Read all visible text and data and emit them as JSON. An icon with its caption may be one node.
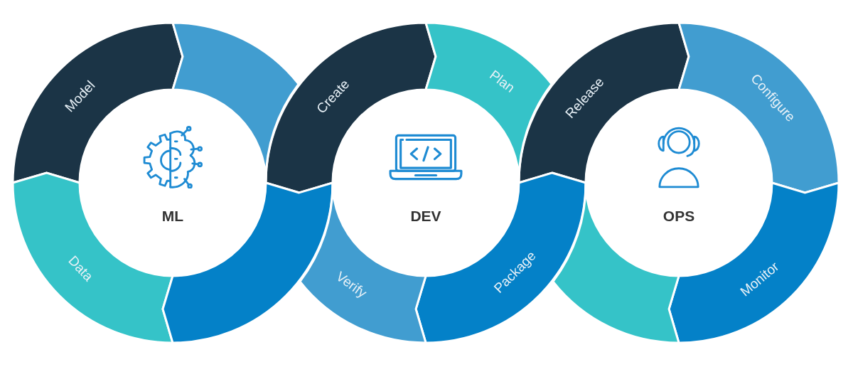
{
  "diagram": {
    "nodes": [
      {
        "text": [
          "Model"
        ]
      },
      {
        "text": [],
        "shape": "arc"
      },
      {
        "text": [
          "ML"
        ]
      },
      {
        "text": [
          "Data"
        ]
      },
      {
        "text": [],
        "shape": "arc"
      },
      {
        "text": [
          "Create"
        ]
      },
      {
        "text": [
          "Plan"
        ]
      },
      {
        "text": [
          "DEV"
        ]
      },
      {
        "text": [
          "Verify"
        ]
      },
      {
        "text": [
          "Package"
        ]
      },
      {
        "text": [
          "Release"
        ]
      },
      {
        "text": [
          "Configure"
        ]
      },
      {
        "text": [
          "OPS"
        ]
      },
      {
        "text": [],
        "shape": "arc"
      },
      {
        "text": [
          "Monitor"
        ]
      }
    ]
  }
}
